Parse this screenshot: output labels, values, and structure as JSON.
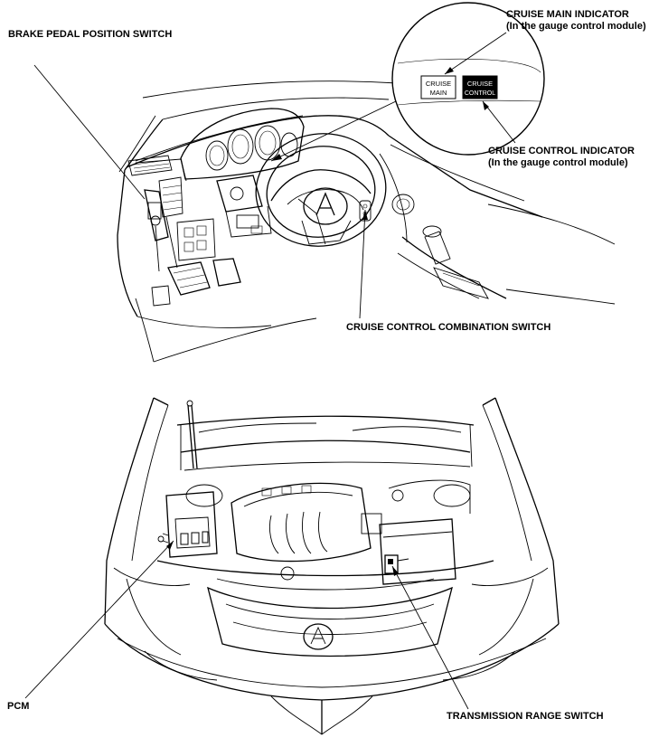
{
  "labels": {
    "brake_pedal_position_switch": "BRAKE PEDAL POSITION SWITCH",
    "cruise_main_indicator": "CRUISE MAIN INDICATOR",
    "cruise_main_indicator_note": "(In the gauge control module)",
    "cruise_control_indicator": "CRUISE CONTROL INDICATOR",
    "cruise_control_indicator_note": "(In the gauge control module)",
    "cruise_control_combination_switch": "CRUISE CONTROL COMBINATION SWITCH",
    "pcm": "PCM",
    "transmission_range_switch": "TRANSMISSION RANGE SWITCH"
  },
  "indicators": {
    "cruise_main": {
      "line1": "CRUISE",
      "line2": "MAIN"
    },
    "cruise_control": {
      "line1": "CRUISE",
      "line2": "CONTROL"
    }
  }
}
